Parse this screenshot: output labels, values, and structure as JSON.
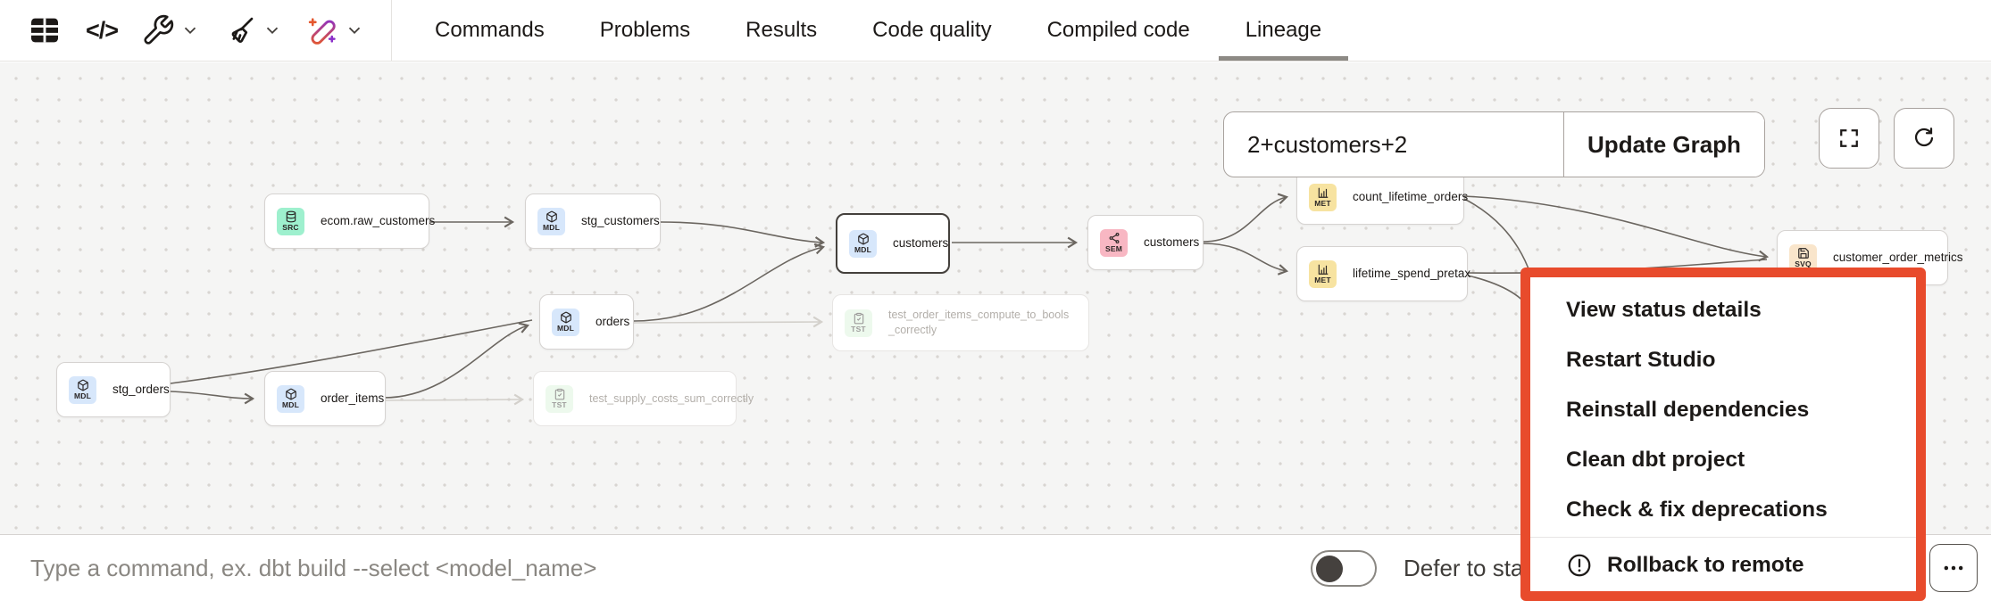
{
  "toolbar": {
    "icons": {
      "table": "table-view",
      "code_glyph": "</>",
      "wrench": "build-tools",
      "broom": "clean",
      "wand": "ai-assist"
    },
    "tabs": [
      {
        "label": "Commands"
      },
      {
        "label": "Problems"
      },
      {
        "label": "Results"
      },
      {
        "label": "Code quality"
      },
      {
        "label": "Compiled code"
      },
      {
        "label": "Lineage",
        "active": true
      }
    ]
  },
  "graph_controls": {
    "selector_value": "2+customers+2",
    "update_button": "Update Graph"
  },
  "lineage": {
    "nodes": [
      {
        "label": "ecom.raw_customers",
        "badge": "SRC",
        "type": "source"
      },
      {
        "label": "stg_customers",
        "badge": "MDL",
        "type": "model"
      },
      {
        "label": "customers",
        "badge": "MDL",
        "type": "model",
        "selected": true
      },
      {
        "label": "customers",
        "badge": "SEM",
        "type": "semantic-model"
      },
      {
        "label": "count_lifetime_orders",
        "badge": "MET",
        "type": "metric"
      },
      {
        "label": "lifetime_spend_pretax",
        "badge": "MET",
        "type": "metric"
      },
      {
        "label": "customer_order_metrics",
        "badge": "SVQ",
        "type": "saved-query"
      },
      {
        "label": "orders",
        "badge": "MDL",
        "type": "model"
      },
      {
        "label": "stg_orders",
        "badge": "MDL",
        "type": "model"
      },
      {
        "label": "order_items",
        "badge": "MDL",
        "type": "model"
      },
      {
        "label": "test_order_items_compute_to_bools_correctly",
        "badge": "TST",
        "type": "test",
        "faded": true
      },
      {
        "label": "test_supply_costs_sum_correctly",
        "badge": "TST",
        "type": "test",
        "faded": true
      }
    ]
  },
  "context_menu": {
    "items": [
      "View status details",
      "Restart Studio",
      "Reinstall dependencies",
      "Clean dbt project",
      "Check & fix deprecations"
    ],
    "danger_item": "Rollback to remote",
    "highlight_color": "#e84b2c"
  },
  "command_bar": {
    "placeholder": "Type a command, ex. dbt build --select <model_name>",
    "defer_label": "Defer to sta",
    "toggle_on": false
  }
}
